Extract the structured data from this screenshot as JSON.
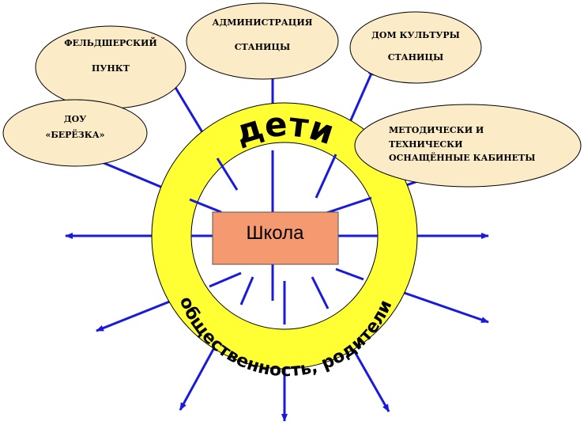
{
  "center": {
    "label": "Школа"
  },
  "ring": {
    "top_label": "дети",
    "bottom_label": "общественность, родители"
  },
  "nodes": {
    "feldsher": {
      "line1": "ФЕЛЬДШЕРСКИЙ",
      "line2": "ПУНКТ"
    },
    "admin": {
      "line1": "АДМИНИСТРАЦИЯ",
      "line2": "СТАНИЦЫ"
    },
    "dk": {
      "line1": "ДОМ КУЛЬТУРЫ",
      "line2": "СТАНИЦЫ"
    },
    "dou": {
      "line1": "ДОУ",
      "line2": "«БЕРЁЗКА»"
    },
    "cabinets": {
      "line1": "МЕТОДИЧЕСКИ И",
      "line2": "ТЕХНИЧЕСКИ",
      "line3": "ОСНАЩЁННЫЕ КАБИНЕТЫ"
    }
  },
  "colors": {
    "ring": "#ffff33",
    "ellipse_fill": "#fbebc7",
    "center_box": "#f59a70",
    "arrow": "#1a1adc"
  }
}
